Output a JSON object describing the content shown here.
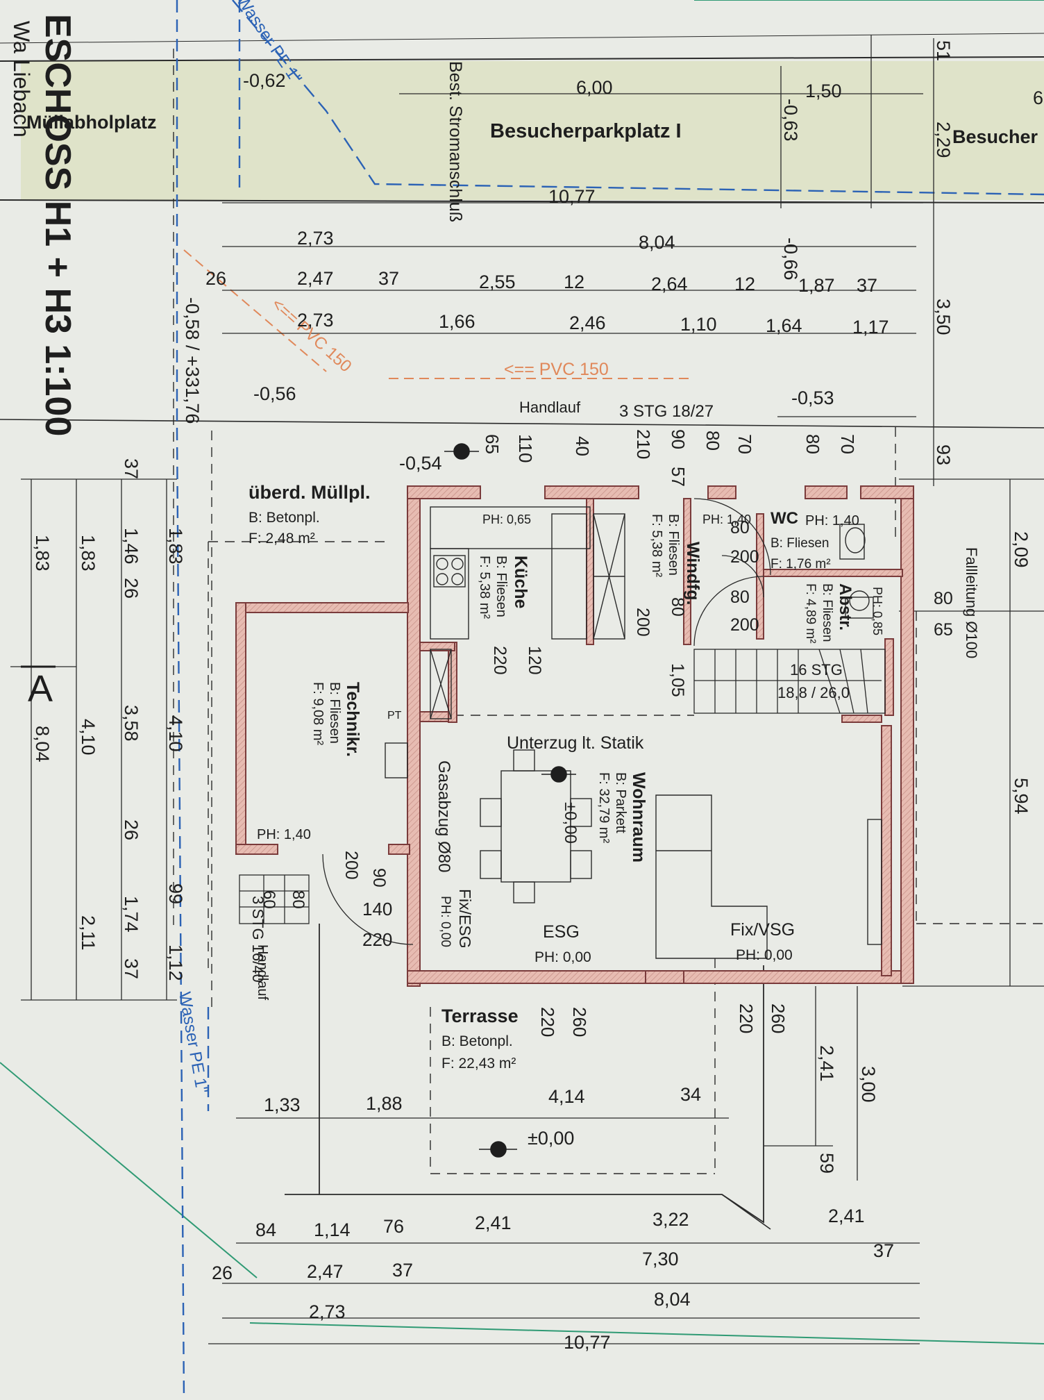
{
  "colors": {
    "paper": "#e9ebe6",
    "parking": "#dfe3c9",
    "wall_fill": "#e6b8b0",
    "wall_stroke": "#7a3b3b",
    "dim_line": "#2a2a2a",
    "water_line": "#2b62b5",
    "pvc_line": "#e0885a",
    "site_boundary": "#2f9a74"
  },
  "header": {
    "title": "ESCHOSS H1 + H3  1:100",
    "subtitle": "Wa Liebach",
    "mullabholplatz": "Müllabholplatz",
    "besucher1": "Besucherparkplatz I",
    "besucher2": "Besucher"
  },
  "labels": {
    "stromanschluss": "Best. Stromanschluß",
    "pvc150_1": "<== PVC 150",
    "pvc150_2": "<== PVC 150",
    "wasser_pe_top": "Wasser PE 1\"",
    "wasser_pe_bottom": "Wasser PE 1\"",
    "handlauf_top": "Handlauf",
    "stg_top": "3 STG 18/27",
    "handlauf_bottom": "Handlauf",
    "stg_bottom": "3 STG 16/40",
    "fallleitung": "Fallleitung Ø100",
    "gasabzug": "Gasabzug Ø80",
    "unterzug": "Unterzug lt. Statik",
    "stair": "16 STG",
    "stair_dim": "18,8 / 26,0",
    "section": "A",
    "pt": "PT"
  },
  "rooms": [
    {
      "name": "überd. Müllpl.",
      "floor": "B: Betonpl.",
      "area": "F: 2,48 m²"
    },
    {
      "name": "Küche",
      "floor": "B: Fliesen",
      "area": "F: 5,38 m²"
    },
    {
      "name": "Windfg.",
      "floor": "B: Fliesen",
      "area": "F: 5,38 m²"
    },
    {
      "name": "WC",
      "floor": "B: Fliesen",
      "area": "F: 1,76 m²"
    },
    {
      "name": "Abstr.",
      "floor": "B: Fliesen",
      "area": "F: 4,89 m²"
    },
    {
      "name": "Technikr.",
      "floor": "B: Fliesen",
      "area": "F: 9,08 m²"
    },
    {
      "name": "Wohnraum",
      "floor": "B: Parkett",
      "area": "F: 32,79 m²"
    },
    {
      "name": "Terrasse",
      "floor": "B: Betonpl.",
      "area": "F: 22,43 m²"
    }
  ],
  "window_labels": {
    "esg": "ESG",
    "esg_ph": "PH: 0,00",
    "fix_esg": "Fix/ESG",
    "fix_esg_ph": "PH: 0,00",
    "fix_vsg": "Fix/VSG",
    "fix_vsg_ph": "PH: 0,00",
    "ph_065": "PH: 0,65",
    "ph_140a": "PH: 1,40",
    "ph_140b": "PH: 1,40",
    "ph_140c": "PH: 1,40",
    "ph_085": "PH: 0,85"
  },
  "levels": {
    "l1": "-0,62",
    "l2": "-0,63",
    "l3": "-0,66",
    "l4": "-0,58 / +331,76",
    "l5": "-0,56",
    "l6": "-0,53",
    "l7": "-0,54",
    "l8": "±0,00",
    "l9": "±0,00"
  },
  "dims": {
    "top": [
      "6,00",
      "1,50",
      "6",
      "10,77",
      "2,73",
      "8,04",
      "26",
      "2,47",
      "37",
      "2,55",
      "12",
      "2,64",
      "12",
      "1,87",
      "37",
      "2,73",
      "1,66",
      "2,46",
      "1,10",
      "1,64",
      "1,17"
    ],
    "right": [
      "51",
      "2,29",
      "3,50",
      "93",
      "2,09",
      "5,94"
    ],
    "openings_top": [
      "65",
      "110",
      "40",
      "210",
      "90",
      "57",
      "80",
      "70",
      "80",
      "70"
    ],
    "interior": [
      "80",
      "200",
      "80",
      "200",
      "80",
      "65",
      "120",
      "220",
      "200",
      "80",
      "1,05",
      "200",
      "90",
      "140",
      "220",
      "60",
      "80",
      "220",
      "260",
      "220",
      "260"
    ],
    "left_a": [
      "1,83",
      "1,46",
      "26",
      "3,58",
      "26",
      "1,74",
      "37",
      "2,11"
    ],
    "left_b": [
      "37",
      "1,83",
      "4,10",
      "99",
      "1,12"
    ],
    "left_c": [
      "1,83",
      "4,10",
      "8,04"
    ],
    "terrace": [
      "1,33",
      "1,88",
      "4,14",
      "34",
      "2,41",
      "3,00",
      "59"
    ],
    "bottom": [
      "84",
      "1,14",
      "76",
      "2,41",
      "3,22",
      "2,41",
      "26",
      "2,47",
      "37",
      "7,30",
      "37",
      "2,73",
      "8,04",
      "10,77"
    ]
  }
}
